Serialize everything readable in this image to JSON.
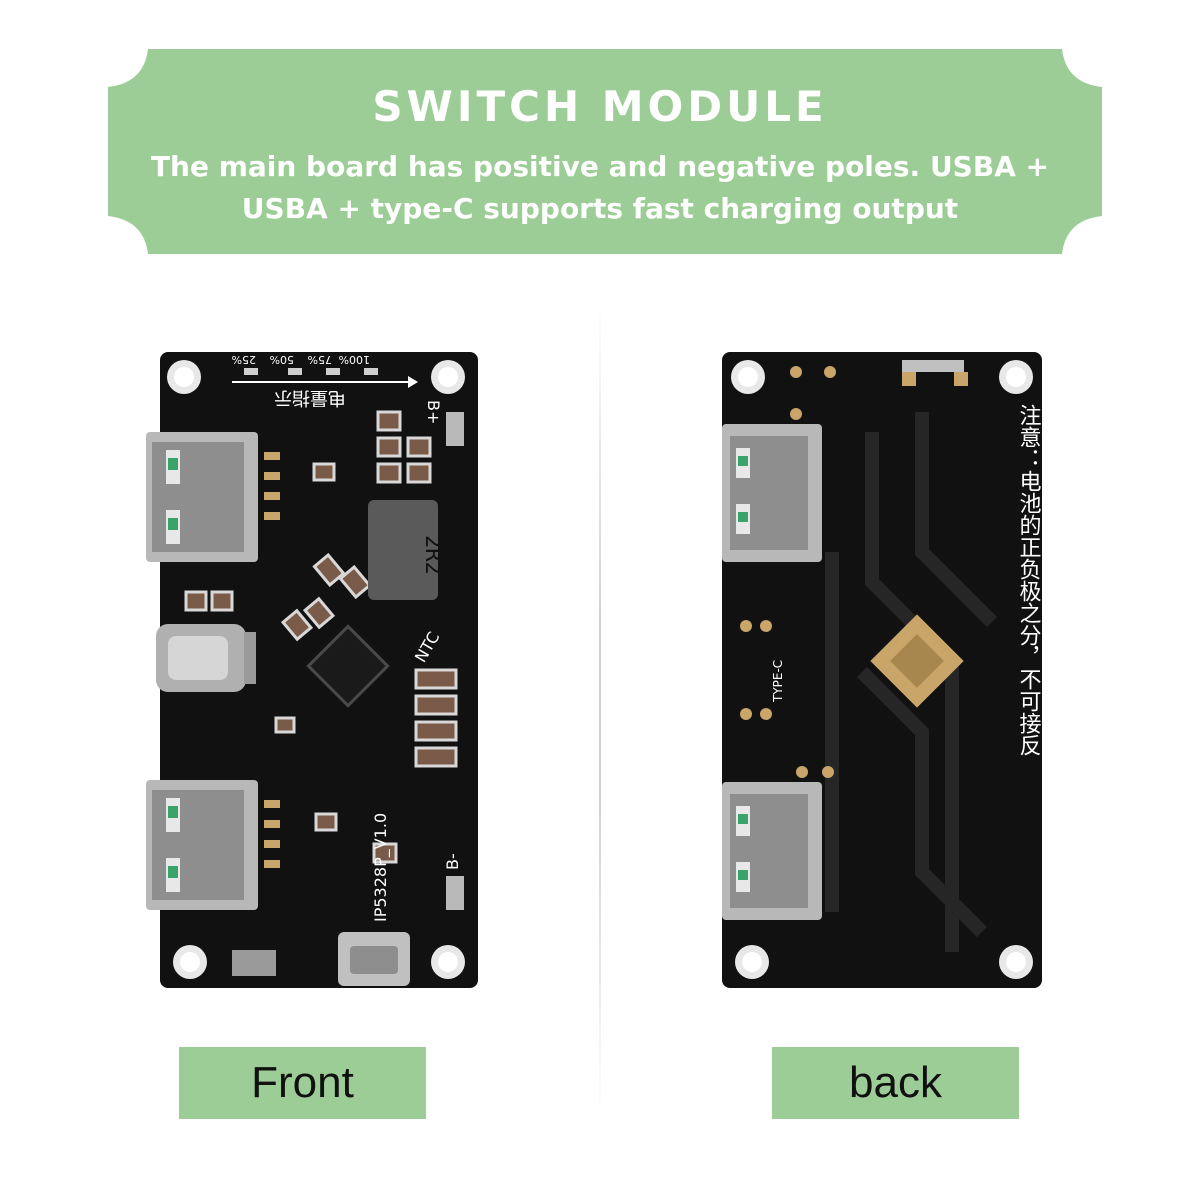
{
  "banner": {
    "title": "SWITCH MODULE",
    "subtitle": "The main board has positive and negative poles.  USBA + USBA + type-C supports fast charging output"
  },
  "front_board": {
    "percent_labels": [
      "100%",
      "75%",
      "50%",
      "25%"
    ],
    "power_indicator_text": "电量指示",
    "plus_marking": "B+",
    "inductor_marking": "2R2",
    "ntc_marking": "NTC",
    "model_marking": "IP5328P_V1.0",
    "minus_marking": "B-"
  },
  "back_board": {
    "type_c_marking": "TYPE-C",
    "warning_text": "注意：电池的正负极之分，不可接反"
  },
  "labels": {
    "front": "Front",
    "back": "back"
  },
  "colors": {
    "banner_green": "#9dcd96",
    "pcb_black": "#111111",
    "pad_gold": "#c9a56a"
  }
}
